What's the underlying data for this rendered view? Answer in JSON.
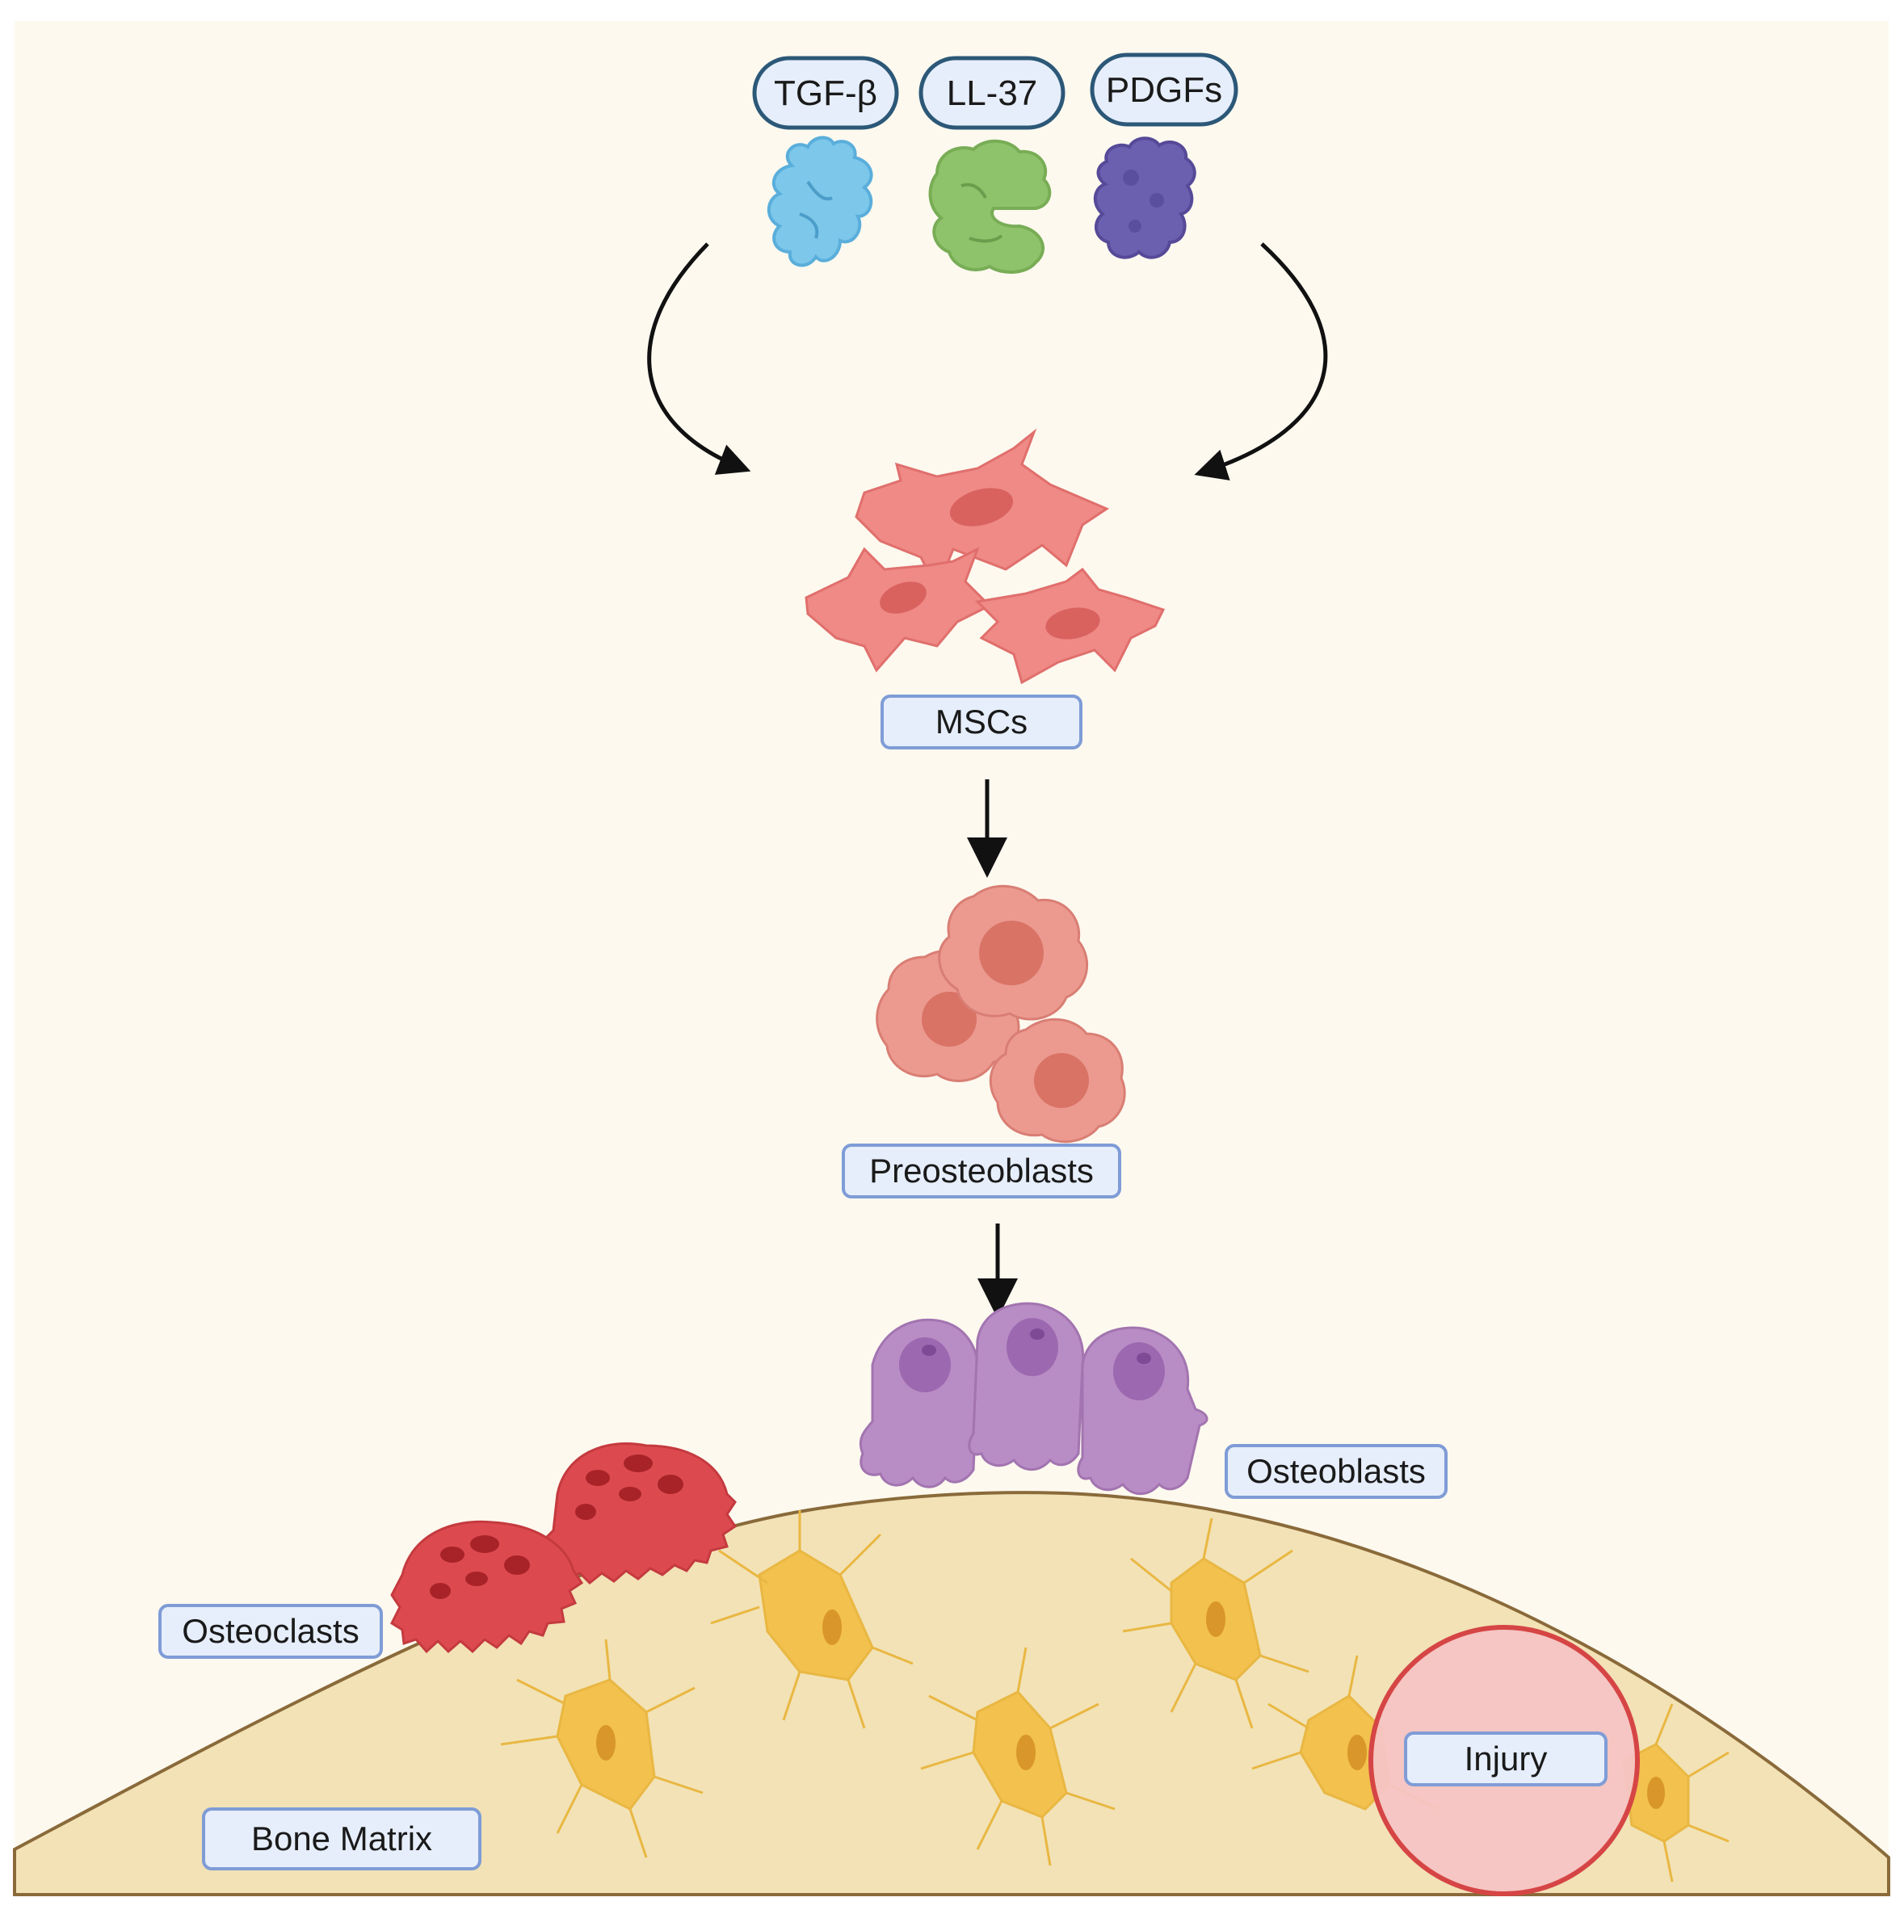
{
  "factors": [
    {
      "label": "TGF-β",
      "color": "#7cc7ea"
    },
    {
      "label": "LL-37",
      "color": "#8fc36b"
    },
    {
      "label": "PDGFs",
      "color": "#6b5fb0"
    }
  ],
  "cells": {
    "mscs": {
      "label": "MSCs",
      "color": "#ef8a86"
    },
    "preosteoblasts": {
      "label": "Preosteoblasts",
      "color": "#ec9a90"
    },
    "osteoblasts": {
      "label": "Osteoblasts",
      "color": "#b88cc4"
    },
    "osteoclasts": {
      "label": "Osteoclasts",
      "color": "#dc4a4f"
    },
    "osteocytes": {
      "color": "#f2c14e"
    }
  },
  "bone_matrix": {
    "label": "Bone Matrix",
    "color": "#f2e2b6"
  },
  "injury": {
    "label": "Injury",
    "color": "#f4c4c4"
  },
  "colors": {
    "background": "#fdf9ef",
    "label_border": "#7f9cd6",
    "label_fill": "#e6eefb",
    "factor_border": "#2c5878"
  }
}
